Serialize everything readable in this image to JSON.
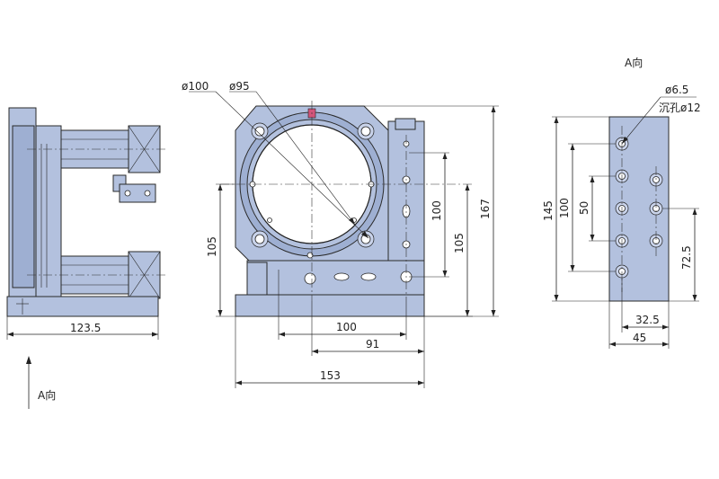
{
  "labels": {
    "dia_outer": "ø100",
    "dia_inner": "ø95",
    "view_a_top": "A向",
    "view_a_left": "A向",
    "hole_dia": "ø6.5",
    "counterbore": "沉孔ø12"
  },
  "dimensions": {
    "side_width": "123.5",
    "front_width": "153",
    "front_height": "167",
    "left_height": "105",
    "right_height": "105",
    "inner_height": "100",
    "bottom_100": "100",
    "bottom_91": "91",
    "back_145": "145",
    "back_100": "100",
    "back_50": "50",
    "back_72_5": "72.5",
    "back_32_5": "32.5",
    "back_45": "45"
  },
  "colors": {
    "part_fill": "#b3c1de",
    "outline": "#2a2a2a"
  }
}
